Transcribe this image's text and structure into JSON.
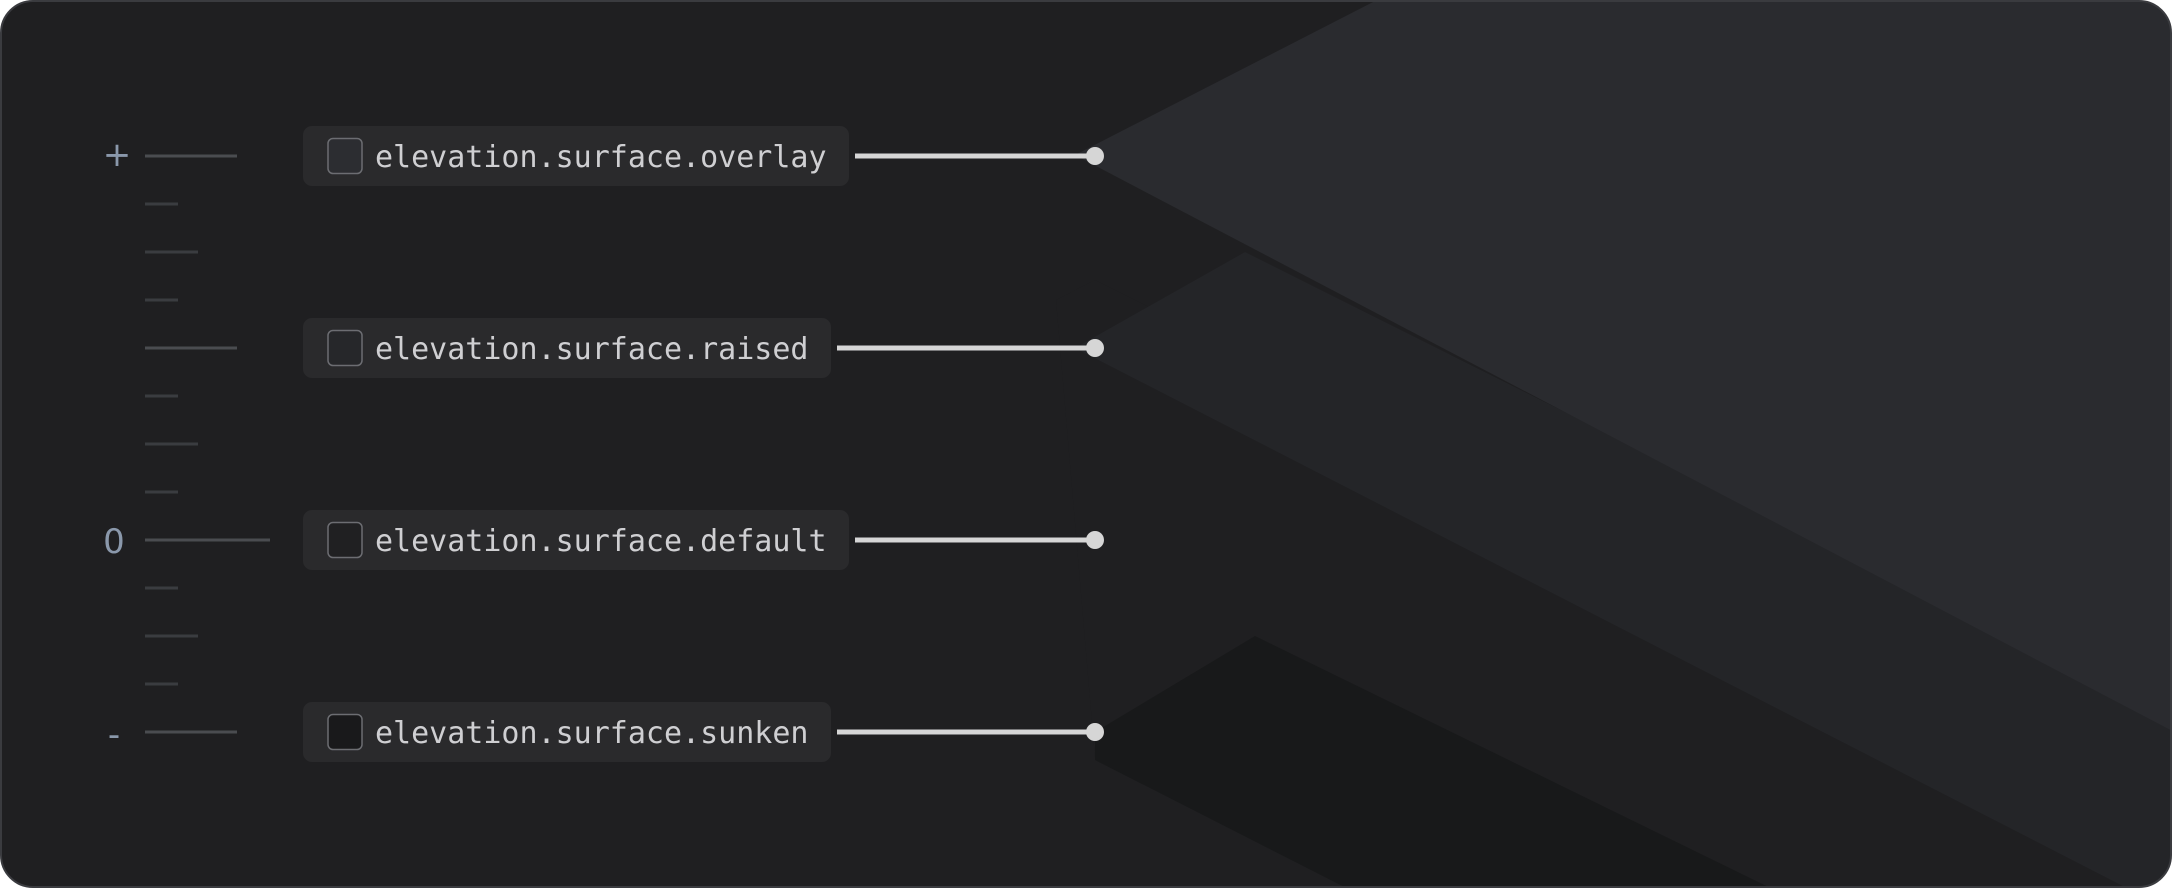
{
  "colors": {
    "frame_background": "#1f1f21",
    "frame_border": "#3a3b3f",
    "plane_overlay": "#2a2b2f",
    "plane_raised": "#242528",
    "plane_default": "#1f1f21",
    "plane_sunken": "#18191a",
    "chip_background": "#2a2a2c",
    "token_text": "#cfcfd2",
    "scale_label": "#8a98ab",
    "tick_major": "#4a4c50",
    "tick_minor": "#3a3c40",
    "connector": "#d6d6d6",
    "swatch_overlay": "#2c2d31",
    "swatch_raised": "#26272a",
    "swatch_default": "#202022",
    "swatch_sunken": "#19191b",
    "swatch_border": "#6c6d72"
  },
  "scale": {
    "top_label": "+",
    "middle_label": "0",
    "bottom_label": "-"
  },
  "tokens": [
    {
      "id": "overlay",
      "label": "elevation.surface.overlay",
      "icon": "color-swatch-icon"
    },
    {
      "id": "raised",
      "label": "elevation.surface.raised",
      "icon": "color-swatch-icon"
    },
    {
      "id": "default",
      "label": "elevation.surface.default",
      "icon": "color-swatch-icon"
    },
    {
      "id": "sunken",
      "label": "elevation.surface.sunken",
      "icon": "color-swatch-icon"
    }
  ]
}
